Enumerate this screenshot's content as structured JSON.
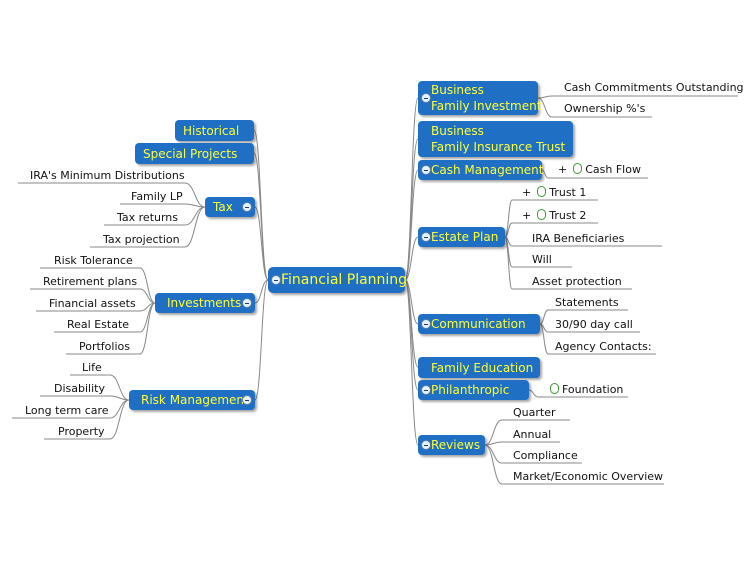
{
  "center": {
    "label": "Financial Planning"
  },
  "left": {
    "historical": "Historical",
    "special_projects": "Special Projects",
    "tax": {
      "label": "Tax",
      "items": [
        "IRA's Minimum Distributions",
        "Family LP",
        "Tax returns",
        "Tax projection"
      ]
    },
    "investments": {
      "label": "Investments",
      "items": [
        "Risk Tolerance",
        "Retirement plans",
        "Financial assets",
        "Real Estate",
        "Portfolios"
      ]
    },
    "risk": {
      "label": "Risk Management",
      "items": [
        "Life",
        "Disability",
        "Long term care",
        "Property"
      ]
    }
  },
  "right": {
    "business_investment": {
      "line1": "Business",
      "line2": "Family Investment",
      "items": [
        "Cash Commitments Outstanding",
        "Ownership %'s"
      ]
    },
    "business_trust": {
      "line1": "Business",
      "line2": "Family Insurance Trust"
    },
    "cash": {
      "label": "Cash Management",
      "items": [
        "Cash Flow"
      ]
    },
    "estate": {
      "label": "Estate Plan",
      "items": [
        "Trust 1",
        "Trust 2",
        "IRA Beneficiaries",
        "Will",
        "Asset protection"
      ]
    },
    "communication": {
      "label": "Communication",
      "items": [
        "Statements",
        "30/90 day call",
        "Agency Contacts:"
      ]
    },
    "family_education": "Family Education",
    "philanthropic": {
      "label": "Philanthropic",
      "items": [
        "Foundation"
      ]
    },
    "reviews": {
      "label": "Reviews",
      "items": [
        "Quarter",
        "Annual",
        "Compliance",
        "Market/Economic Overview"
      ]
    }
  },
  "markers": {
    "plus": "+"
  },
  "colors": {
    "node_fill": "#1f6fc4",
    "node_text": "#ffff33",
    "line": "#888888",
    "attachment": "#3a9a30"
  }
}
